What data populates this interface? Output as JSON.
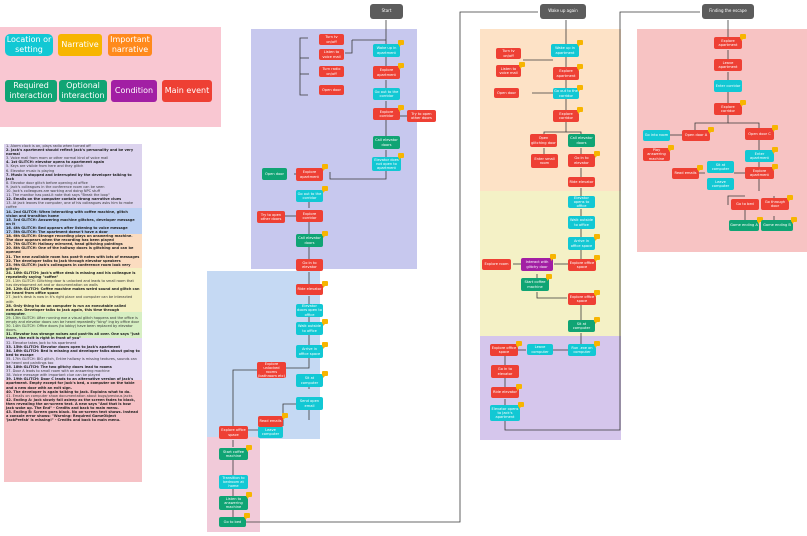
{
  "legend": {
    "location": "Location or setting",
    "narrative": "Narrative",
    "important": "Important narrative",
    "required": "Required interaction",
    "optional": "Optional interaction",
    "condition": "Condition",
    "main_event": "Main event"
  },
  "colors": {
    "cyan": "#12c8d4",
    "yellow": "#f7b500",
    "orange": "#ff8a1c",
    "green": "#10a474",
    "purple": "#a21fa4",
    "red": "#ee4034",
    "gray": "#5c5c5c"
  },
  "list_items": [
    {
      "text": "1. Alarm clock is on, plays radio when turned off",
      "bold": false
    },
    {
      "text": "2. Jack's apartment should reflect Jack's personality and be very normal",
      "bold": true
    },
    {
      "text": "3. Voice mail from mom or other normal kind of voice mail",
      "bold": false
    },
    {
      "text": "4. 1st GLITCH: elevator opens to apartment again",
      "bold": true
    },
    {
      "text": "5. Keys are visible from here and they glitch",
      "bold": false
    },
    {
      "text": "6. Elevator music is playing",
      "bold": false
    },
    {
      "text": "7. Music is stopped and interrupted by the developer talking to Jack",
      "bold": true
    },
    {
      "text": "8. Elevator door glitch before opening at office",
      "bold": false
    },
    {
      "text": "9. Jack's colleagues in the conference room can be seen",
      "bold": false
    },
    {
      "text": "10. Jack's colleagues are working and doing NPC stuff",
      "bold": false
    },
    {
      "text": "11. The monitor has post-it note that says \"Break the loop\"",
      "bold": false
    },
    {
      "text": "12. Emails on the computer contain strong narrative clues",
      "bold": true
    },
    {
      "text": "13. At Jack leaves the computer, one of his colleagues asks him to make coffee",
      "bold": false
    },
    {
      "text": "14. 2nd GLITCH: When interacting with coffee machine, glitch vision and transition home",
      "bold": true
    },
    {
      "text": "15. 3rd GLITCH: Answering machine glitches, developer message on it",
      "bold": true
    },
    {
      "text": "16. 4th GLITCH: Bed appears after listening to voice message",
      "bold": true
    },
    {
      "text": "17. 5th GLITCH: The apartment doesn't have a door",
      "bold": true
    },
    {
      "text": "18. 6th GLITCH: Strange recording plays on answering machine. The door appears when the recording has been played",
      "bold": true
    },
    {
      "text": "19. 7th GLITCH: Hallway mirrored, head glitching paintings",
      "bold": true
    },
    {
      "text": "20. 8th GLITCH: One of the hallway doors is glitching and can be opened",
      "bold": true
    },
    {
      "text": "21. The new available room has post-it notes with lots of messages",
      "bold": true
    },
    {
      "text": "22. The developer talks to Jack through elevator speakers",
      "bold": true
    },
    {
      "text": "23. 9th GLITCH: Jack's colleagues in conference room look very glitchy",
      "bold": true
    },
    {
      "text": "24. 10th GLITCH: Jack's office desk is missing and his colleague is repeatedly saying \"coffee\"",
      "bold": true
    },
    {
      "text": "25. 11th GLITCH: Glitching door is unlocked and leads to small room that has development art and or documentation on walls",
      "bold": false
    },
    {
      "text": "26. 12th GLITCH: Coffee machine makes weird sound and glitch can be heard from office space",
      "bold": true
    },
    {
      "text": "27. Jack's desk is now in it's right place and computer can be interacted with",
      "bold": false
    },
    {
      "text": "28. Only thing to do on computer is run an executable called exit.exe. Developer talks to Jack again, this time through computer.",
      "bold": true
    },
    {
      "text": "29. 13th GLITCH: After running exe a visual glitch happens and the office is empty and elevator doors can be heard repeatedly \"bing\" ing by office door",
      "bold": false
    },
    {
      "text": "30. 14th GLITCH: Office doors (to lobby) have been replaced by elevator doors.",
      "bold": false
    },
    {
      "text": "31. Elevator has strange noises and post-its all over. One says \"Just leave, the exit is right in front of you\"",
      "bold": true
    },
    {
      "text": "32. Elevator takes Jack to his apartment",
      "bold": false
    },
    {
      "text": "33. 15th GLITCH: Elevator doors open to Jack's apartment",
      "bold": true
    },
    {
      "text": "34. 16th GLITCH: Bed is missing and developer talks about going to bed to escape",
      "bold": true
    },
    {
      "text": "35. 17th GLITCH: BIG glitch, Entire hallway is missing textures, sounds can be heard and paintings too",
      "bold": false
    },
    {
      "text": "36. 18th GLITCH: The two glitchy doors lead to rooms",
      "bold": true
    },
    {
      "text": "37. Door A leads to small room with an answering machine",
      "bold": false
    },
    {
      "text": "38. Voice message with important clue can be played",
      "bold": false
    },
    {
      "text": "39. 19th GLITCH: Door C leads to an alternative version of Jack's apartment. Empty except for Jack's bed, a computer on the table and a new door with an exit sign.",
      "bold": true
    },
    {
      "text": "40. The developer is again talking to Jack. Explains what to do.",
      "bold": true
    },
    {
      "text": "41. Emails on computer show documentation about bugs/previous Jacks",
      "bold": false
    },
    {
      "text": "42. Ending A: Jack slowly fall asleep as the screen fades to black, then revealing the on-screen text. A new says \"And that is how Jack woke up. The End\" - Credits and back to main menu.",
      "bold": true
    },
    {
      "text": "43. Ending B: Screen goes black. No on-screen text shows. Instead a console error shows: \"Warning: Required GameObject 'JackPrefab' is missing!\" - Credits and back to main menu.",
      "bold": true
    }
  ],
  "stages": {
    "start": "Start",
    "wake_again": "Wake up again",
    "finding": "Finding the escape"
  },
  "nodes": {
    "a1": "Turn tv on/off",
    "a2": "Listen to voice mail",
    "a3": "Turn radio on/off",
    "a4": "Open door",
    "a5": "Wake up in apartment",
    "a6": "Explore apartment",
    "a7": "Go out to the corridor",
    "a8": "Explore corridor",
    "a9": "Try to open other doors",
    "a10": "Call elevator doors",
    "a11": "Elevator does not open to apartment",
    "a12": "Open door",
    "a13": "Explore apartment",
    "a14": "Go out to the corridor",
    "a15": "Explore corridor",
    "a16": "Try to open other doors",
    "a17": "Call elevator doors",
    "a18": "Go in to elevator",
    "a19": "Ride elevator",
    "a20": "Elevator doors open to office",
    "a21": "Walk outside to office",
    "a22": "Arrive in office space",
    "a23": "Explore unlocked rooms (bathroom etc)",
    "a24": "Sit at computer",
    "a25": "Explore office space",
    "a26": "Leave computer",
    "a27": "Send open email",
    "a28": "Read emails",
    "a29": "Start coffee machine",
    "a30": "Transition to bedroom at home",
    "a31": "Listen to answering machine",
    "a32": "Go to bed",
    "b1": "Wake up in apartment",
    "b2": "Turn tv on/off",
    "b3": "Listen to voice mail",
    "b4": "Explore apartment",
    "b5": "Open door",
    "b6": "Go out to the corridor",
    "b7": "Explore corridor",
    "b8": "Open glitching door",
    "b9": "Call elevator doors",
    "b10": "Enter small room",
    "b11": "Go in to elevator",
    "b12": "Ride elevator",
    "b13": "Elevator opens to office",
    "b14": "Walk outside to office",
    "b15": "Arrive in office space",
    "b16": "Explore room",
    "b17": "Interact with glitchy door",
    "b18": "Explore office space",
    "b19": "Start coffee machine",
    "b20": "Explore office space",
    "b21": "Sit at computer",
    "b22": "Explore office space",
    "b23": "Leave computer",
    "b24": "Run .exe on computer",
    "b25": "Go in to elevator",
    "b26": "Ride elevator",
    "b27": "Elevator opens to Jack's apartment",
    "c1": "Explore apartment",
    "c2": "Leave apartment",
    "c3": "Enter corridor",
    "c4": "Explore corridor",
    "c5": "Go into room",
    "c6": "Open door A",
    "c7": "Open door C",
    "c8": "Play answering machine",
    "c9": "Sit at computer",
    "c10": "Enter apartment",
    "c11": "Read emails",
    "c12": "Leave computer",
    "c13": "Explore apartment",
    "c14": "Go to bed",
    "c15": "Go through door",
    "c16": "Game ending A",
    "c17": "Game ending B"
  }
}
